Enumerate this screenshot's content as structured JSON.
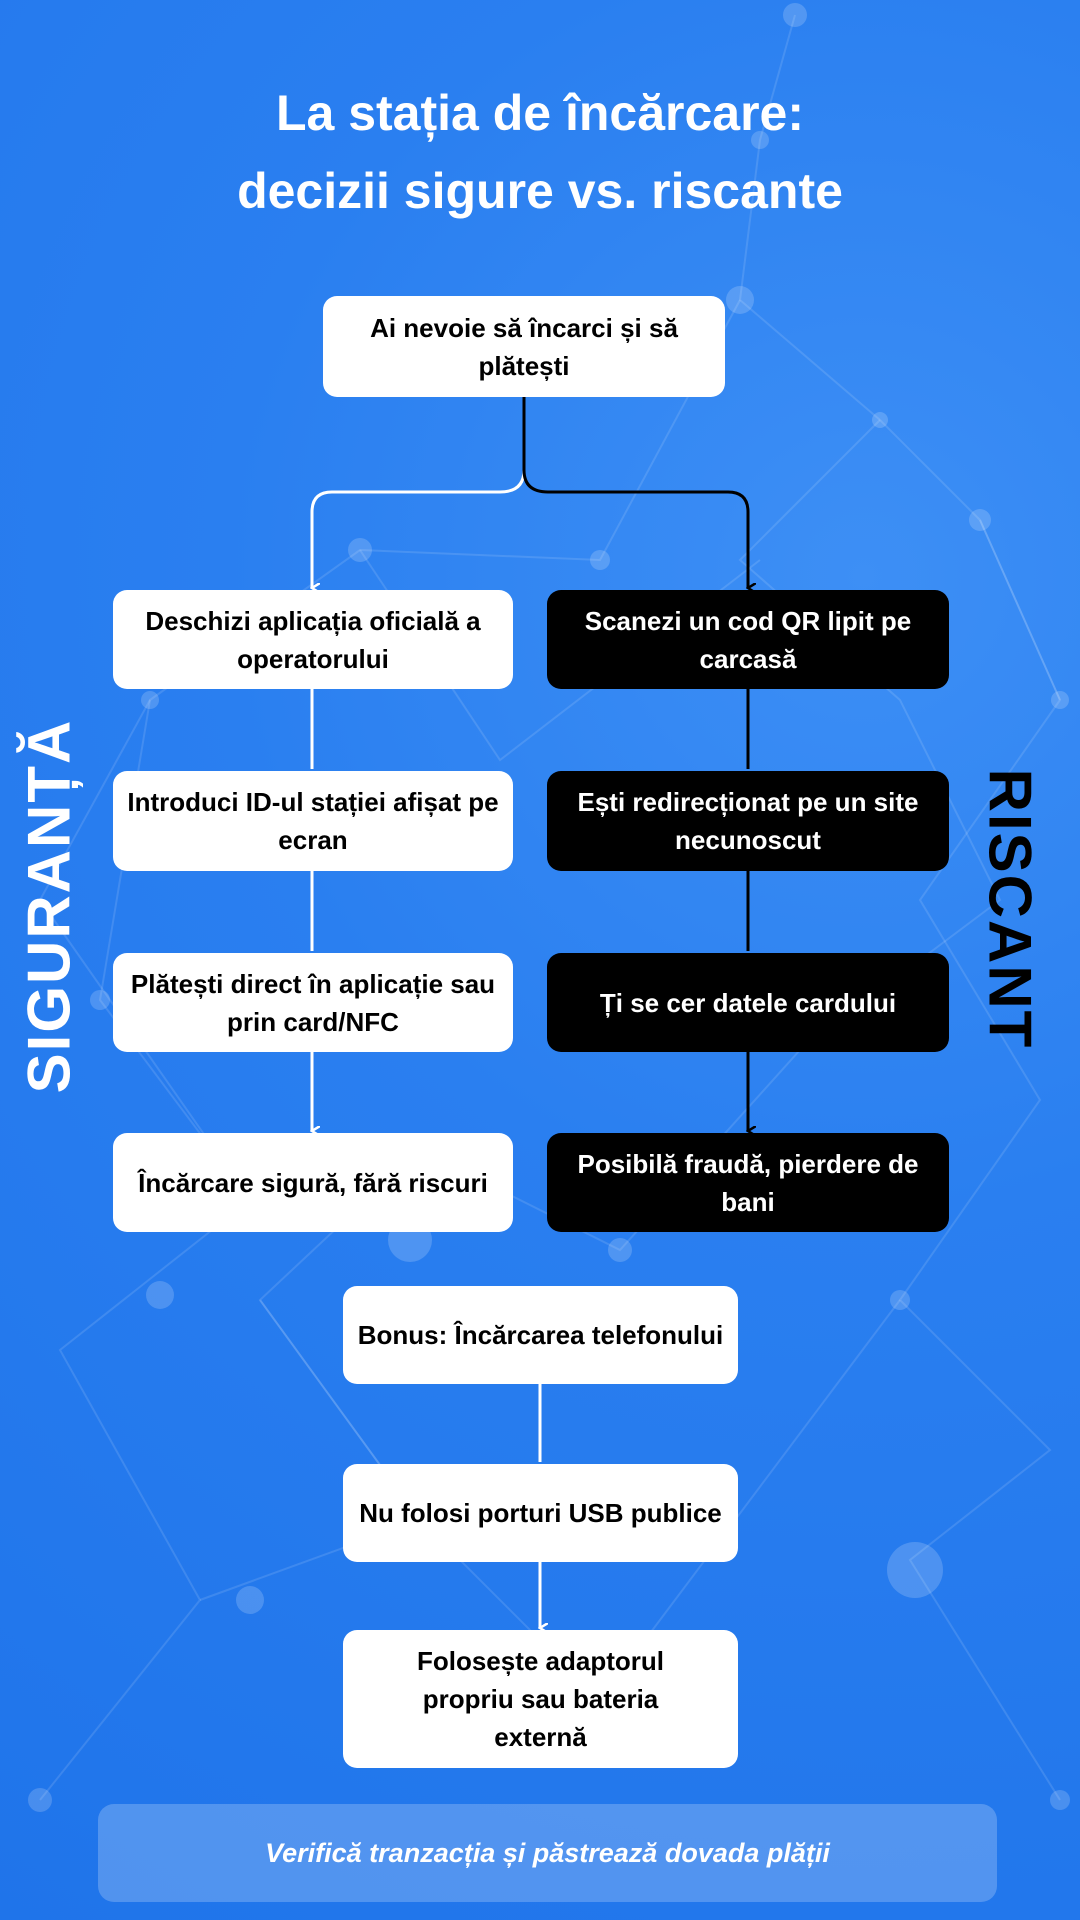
{
  "title": {
    "line1": "La stația de încărcare:",
    "line2": "decizii sigure vs. riscante"
  },
  "start": "Ai nevoie să încarci și să plătești",
  "safe_label": "SIGURANȚĂ",
  "risky_label": "RISCANT",
  "safe_steps": [
    "Deschizi aplicația oficială a operatorului",
    "Introduci ID-ul stației afișat pe ecran",
    "Plătești direct în aplicație sau prin card/NFC",
    "Încărcare sigură, fără riscuri"
  ],
  "risky_steps": [
    "Scanezi un cod QR lipit pe carcasă",
    "Ești redirecționat pe un site necunoscut",
    "Ți se cer datele cardului",
    "Posibilă fraudă, pierdere de bani"
  ],
  "bonus_steps": [
    "Bonus: Încărcarea telefonului",
    "Nu folosi porturi USB publice",
    "Folosește adaptorul propriu sau bateria externă"
  ],
  "footer": "Verifică tranzacția și păstrează dovada plății",
  "colors": {
    "background": "#2a7ff0",
    "safe": "#ffffff",
    "risky": "#000000"
  }
}
